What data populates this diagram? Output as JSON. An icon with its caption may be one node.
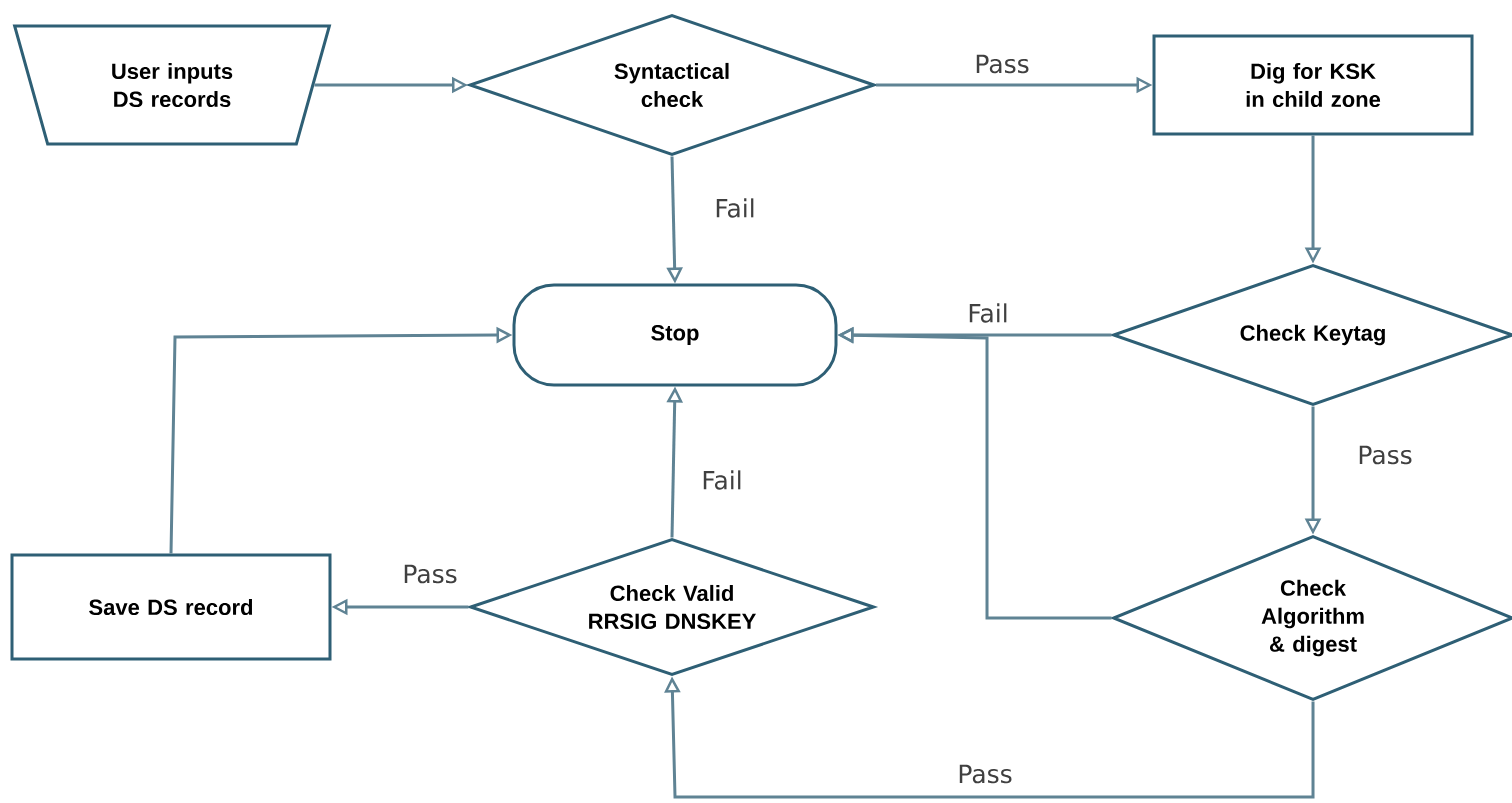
{
  "diagram": {
    "nodes": [
      {
        "text": [
          "User inputs DS records"
        ]
      },
      {
        "text": [
          "Syntactical check"
        ]
      },
      {
        "text": [
          "Dig for KSK in child zone"
        ]
      },
      {
        "text": [
          "Stop"
        ]
      },
      {
        "text": [
          "Check Keytag"
        ]
      },
      {
        "text": [
          "Save DS record"
        ]
      },
      {
        "text": [
          "Check Valid RRSIG DNSKEY"
        ]
      },
      {
        "text": [
          "Check Algorithm & digest"
        ]
      }
    ],
    "edges": [
      {
        "from": 0,
        "to": 1,
        "arrow": "to"
      },
      {
        "from": 1,
        "to": 2,
        "arrow": "to",
        "label": "Pass"
      },
      {
        "from": 1,
        "to": 3,
        "arrow": "to",
        "label": "Fail"
      },
      {
        "from": 2,
        "to": 4,
        "arrow": "to"
      },
      {
        "from": 4,
        "to": 3,
        "arrow": "to",
        "label": "Fail"
      },
      {
        "from": 4,
        "to": 7,
        "arrow": "to",
        "label": "Pass"
      },
      {
        "from": 7,
        "to": 3,
        "arrow": "to"
      },
      {
        "from": 7,
        "to": 6,
        "arrow": "to",
        "label": "Pass"
      },
      {
        "from": 6,
        "to": 3,
        "arrow": "to",
        "label": "Fail"
      },
      {
        "from": 6,
        "to": 5,
        "arrow": "to",
        "label": "Pass"
      },
      {
        "from": 5,
        "to": 3,
        "arrow": "to"
      }
    ]
  }
}
